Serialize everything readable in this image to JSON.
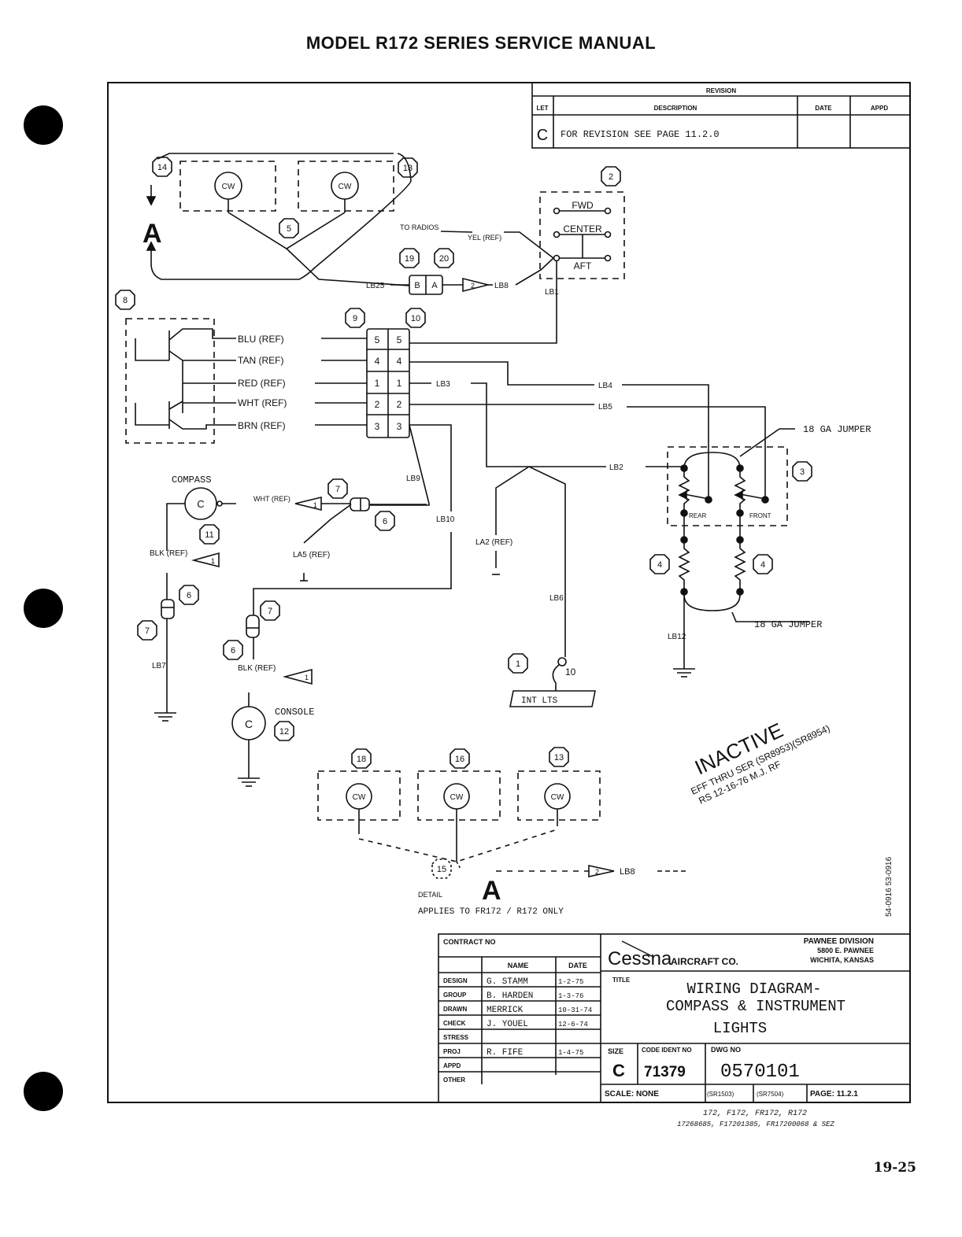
{
  "header": {
    "title": "MODEL R172 SERIES SERVICE MANUAL"
  },
  "page_number": "19-25",
  "revision": {
    "heading": "REVISION",
    "col_let": "LET",
    "col_desc": "DESCRIPTION",
    "col_date": "DATE",
    "col_appd": "APPD",
    "letter": "C",
    "description": "FOR REVISION SEE PAGE 11.2.0"
  },
  "callouts": [
    "14",
    "13",
    "5",
    "2",
    "19",
    "20",
    "8",
    "9",
    "10",
    "3",
    "7",
    "6",
    "11",
    "4",
    "4",
    "6",
    "7",
    "7",
    "6",
    "1",
    "12",
    "18",
    "16",
    "13",
    "15"
  ],
  "switch": {
    "fwd": "FWD",
    "center": "CENTER",
    "aft": "AFT",
    "to_radios": "TO RADIOS",
    "yel": "YEL (REF)"
  },
  "wires": {
    "lb25": "LB25",
    "lb8": "LB8",
    "lb1": "LB1",
    "lb3": "LB3",
    "lb4": "LB4",
    "lb5": "LB5",
    "lb2": "LB2",
    "lb9": "LB9",
    "lb10": "LB10",
    "la2": "LA2 (REF)",
    "lb6": "LB6",
    "lb12": "LB12",
    "lb7": "LB7",
    "la5": "LA5 (REF)",
    "lb8b": "LB8"
  },
  "connector": {
    "pins_left": [
      "5",
      "4",
      "1",
      "2",
      "3"
    ],
    "pins_right": [
      "5",
      "4",
      "1",
      "2",
      "3"
    ],
    "plug_pins": [
      "B",
      "A"
    ]
  },
  "dimmer_wires": [
    "BLU (REF)",
    "TAN (REF)",
    "RED (REF)",
    "WHT (REF)",
    "BRN (REF)"
  ],
  "labels": {
    "cw": "CW",
    "c": "C",
    "compass": "COMPASS",
    "wht_ref": "WHT (REF)",
    "blk_ref": "BLK (REF)",
    "console": "CONSOLE",
    "jumper": "18 GA JUMPER",
    "rear": "REAR",
    "front": "FRONT",
    "int_lts": "INT LTS",
    "ten": "10",
    "note_num": "1",
    "note_num2": "2",
    "detail": "DETAIL",
    "detail_letter": "A",
    "applies": "APPLIES TO FR172 / R172 ONLY"
  },
  "inactive": {
    "line1": "INACTIVE",
    "line2": "EFF THRU SER (SR8953)(SR8954)",
    "line3": "RS   12-16-76   M.J. RF"
  },
  "side_codes": "54-0916  53-0916",
  "title_block": {
    "contract_no": "CONTRACT NO",
    "name_hdr": "NAME",
    "date_hdr": "DATE",
    "rows": [
      {
        "role": "DESIGN",
        "name": "G. STAMM",
        "date": "1-2-75"
      },
      {
        "role": "GROUP",
        "name": "B. HARDEN",
        "date": "1-3-76"
      },
      {
        "role": "DRAWN",
        "name": "MERRICK",
        "date": "10-31-74"
      },
      {
        "role": "CHECK",
        "name": "J. YOUEL",
        "date": "12-6-74"
      },
      {
        "role": "STRESS",
        "name": "",
        "date": ""
      },
      {
        "role": "PROJ",
        "name": "R. FIFE",
        "date": "1-4-75"
      },
      {
        "role": "APPD",
        "name": "",
        "date": ""
      },
      {
        "role": "OTHER",
        "name": "",
        "date": ""
      }
    ],
    "company": "Cessna",
    "company_suffix": "AIRCRAFT CO.",
    "division": "PAWNEE DIVISION",
    "address1": "5800 E. PAWNEE",
    "address2": "WICHITA, KANSAS",
    "title_label": "TITLE",
    "title_line1": "WIRING DIAGRAM-",
    "title_line2": "COMPASS & INSTRUMENT",
    "title_line3": "LIGHTS",
    "size_label": "SIZE",
    "size": "C",
    "code_label": "CODE IDENT NO",
    "code": "71379",
    "dwg_label": "DWG NO",
    "dwg": "0570101",
    "scale": "SCALE: NONE",
    "ser1": "(SR1503)",
    "ser2": "(SR7504)",
    "page": "PAGE: 11.2.1"
  },
  "footnote": {
    "line1": "172, F172, FR172, R172",
    "line2": "17268685, F17201385, FR17200068 & SEZ"
  }
}
